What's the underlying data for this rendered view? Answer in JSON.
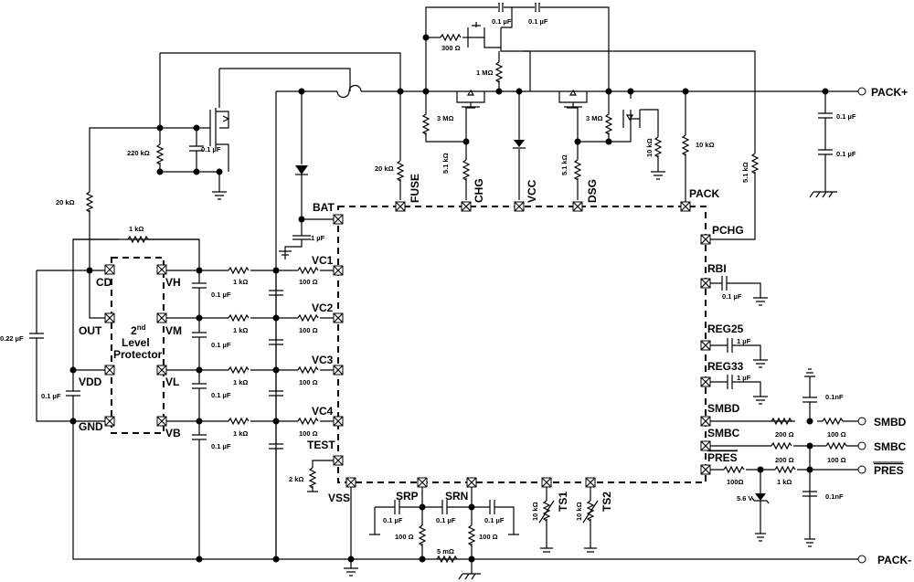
{
  "ic_pins": {
    "bat": "BAT",
    "fuse": "FUSE",
    "chg": "CHG",
    "vcc": "VCC",
    "dsg": "DSG",
    "pack": "PACK",
    "pchg": "PCHG",
    "rbi": "RBI",
    "reg25": "REG25",
    "reg33": "REG33",
    "smbd": "SMBD",
    "smbc": "SMBC",
    "pres": "PRES",
    "vc1": "VC1",
    "vc2": "VC2",
    "vc3": "VC3",
    "vc4": "VC4",
    "test": "TEST",
    "vss": "VSS",
    "srp": "SRP",
    "srn": "SRN",
    "ts1": "TS1",
    "ts2": "TS2"
  },
  "protector": {
    "title_line1": "2",
    "title_sup": "nd",
    "title_line2": "Level",
    "title_line3": "Protector",
    "cd": "CD",
    "out": "OUT",
    "vdd": "VDD",
    "gnd": "GND",
    "vh": "VH",
    "vm": "VM",
    "vl": "VL",
    "vb": "VB"
  },
  "terminals": {
    "pack_plus": "PACK+",
    "pack_minus": "PACK-",
    "smbd": "SMBD",
    "smbc": "SMBC",
    "pres": "PRES"
  },
  "values": {
    "c_top1": "0.1 µF",
    "c_top2": "0.1 µF",
    "r300": "300 Ω",
    "r1m": "1 MΩ",
    "r3m_left": "3 MΩ",
    "r3m_right": "3 MΩ",
    "r10k_fet": "10 kΩ",
    "r10k_pack": "10 kΩ",
    "r5k1_pchg": "5.1 kΩ",
    "c_pk1": "0.1 µF",
    "c_pk2": "0.1 µF",
    "r220k": "220 kΩ",
    "c_gate": "0.1 µF",
    "r20k_left": "20 kΩ",
    "r20k_fuse": "20 kΩ",
    "r5k1_chg": "5.1 kΩ",
    "r5k1_dsg": "5.1 kΩ",
    "r1k_top": "1 kΩ",
    "c_bat": "1 µF",
    "c022": "0.22 µF",
    "c_vdd": "0.1 µF",
    "r1k_vh": "1 kΩ",
    "r100_vc1": "100 Ω",
    "c_vh": "0.1 µF",
    "r1k_vm": "1 kΩ",
    "r100_vc2": "100 Ω",
    "c_vm": "0.1 µF",
    "r1k_vl": "1 kΩ",
    "r100_vc3": "100 Ω",
    "c_vl": "0.1 µF",
    "r1k_vb": "1 kΩ",
    "r100_vc4": "100 Ω",
    "c_vb": "0.1 µF",
    "r2k": "2 kΩ",
    "c_rbi": "0.1 µF",
    "c_reg25": "1 µF",
    "c_reg33": "1 µF",
    "c_smbd": "0.1nF",
    "r200_d": "200 Ω",
    "r100_d": "100 Ω",
    "r200_c": "200 Ω",
    "r100_c": "100 Ω",
    "r100_p": "100Ω",
    "r1k_p": "1 kΩ",
    "zener": "5.6 V",
    "c_pres": "0.1nF",
    "c_srp": "0.1 µF",
    "c_mid": "0.1 µF",
    "c_srn": "0.1 µF",
    "r100_srp": "100 Ω",
    "r100_srn": "100 Ω",
    "r5m": "5 mΩ",
    "r10k_ts1": "10 kΩ",
    "r10k_ts2": "10 kΩ"
  }
}
